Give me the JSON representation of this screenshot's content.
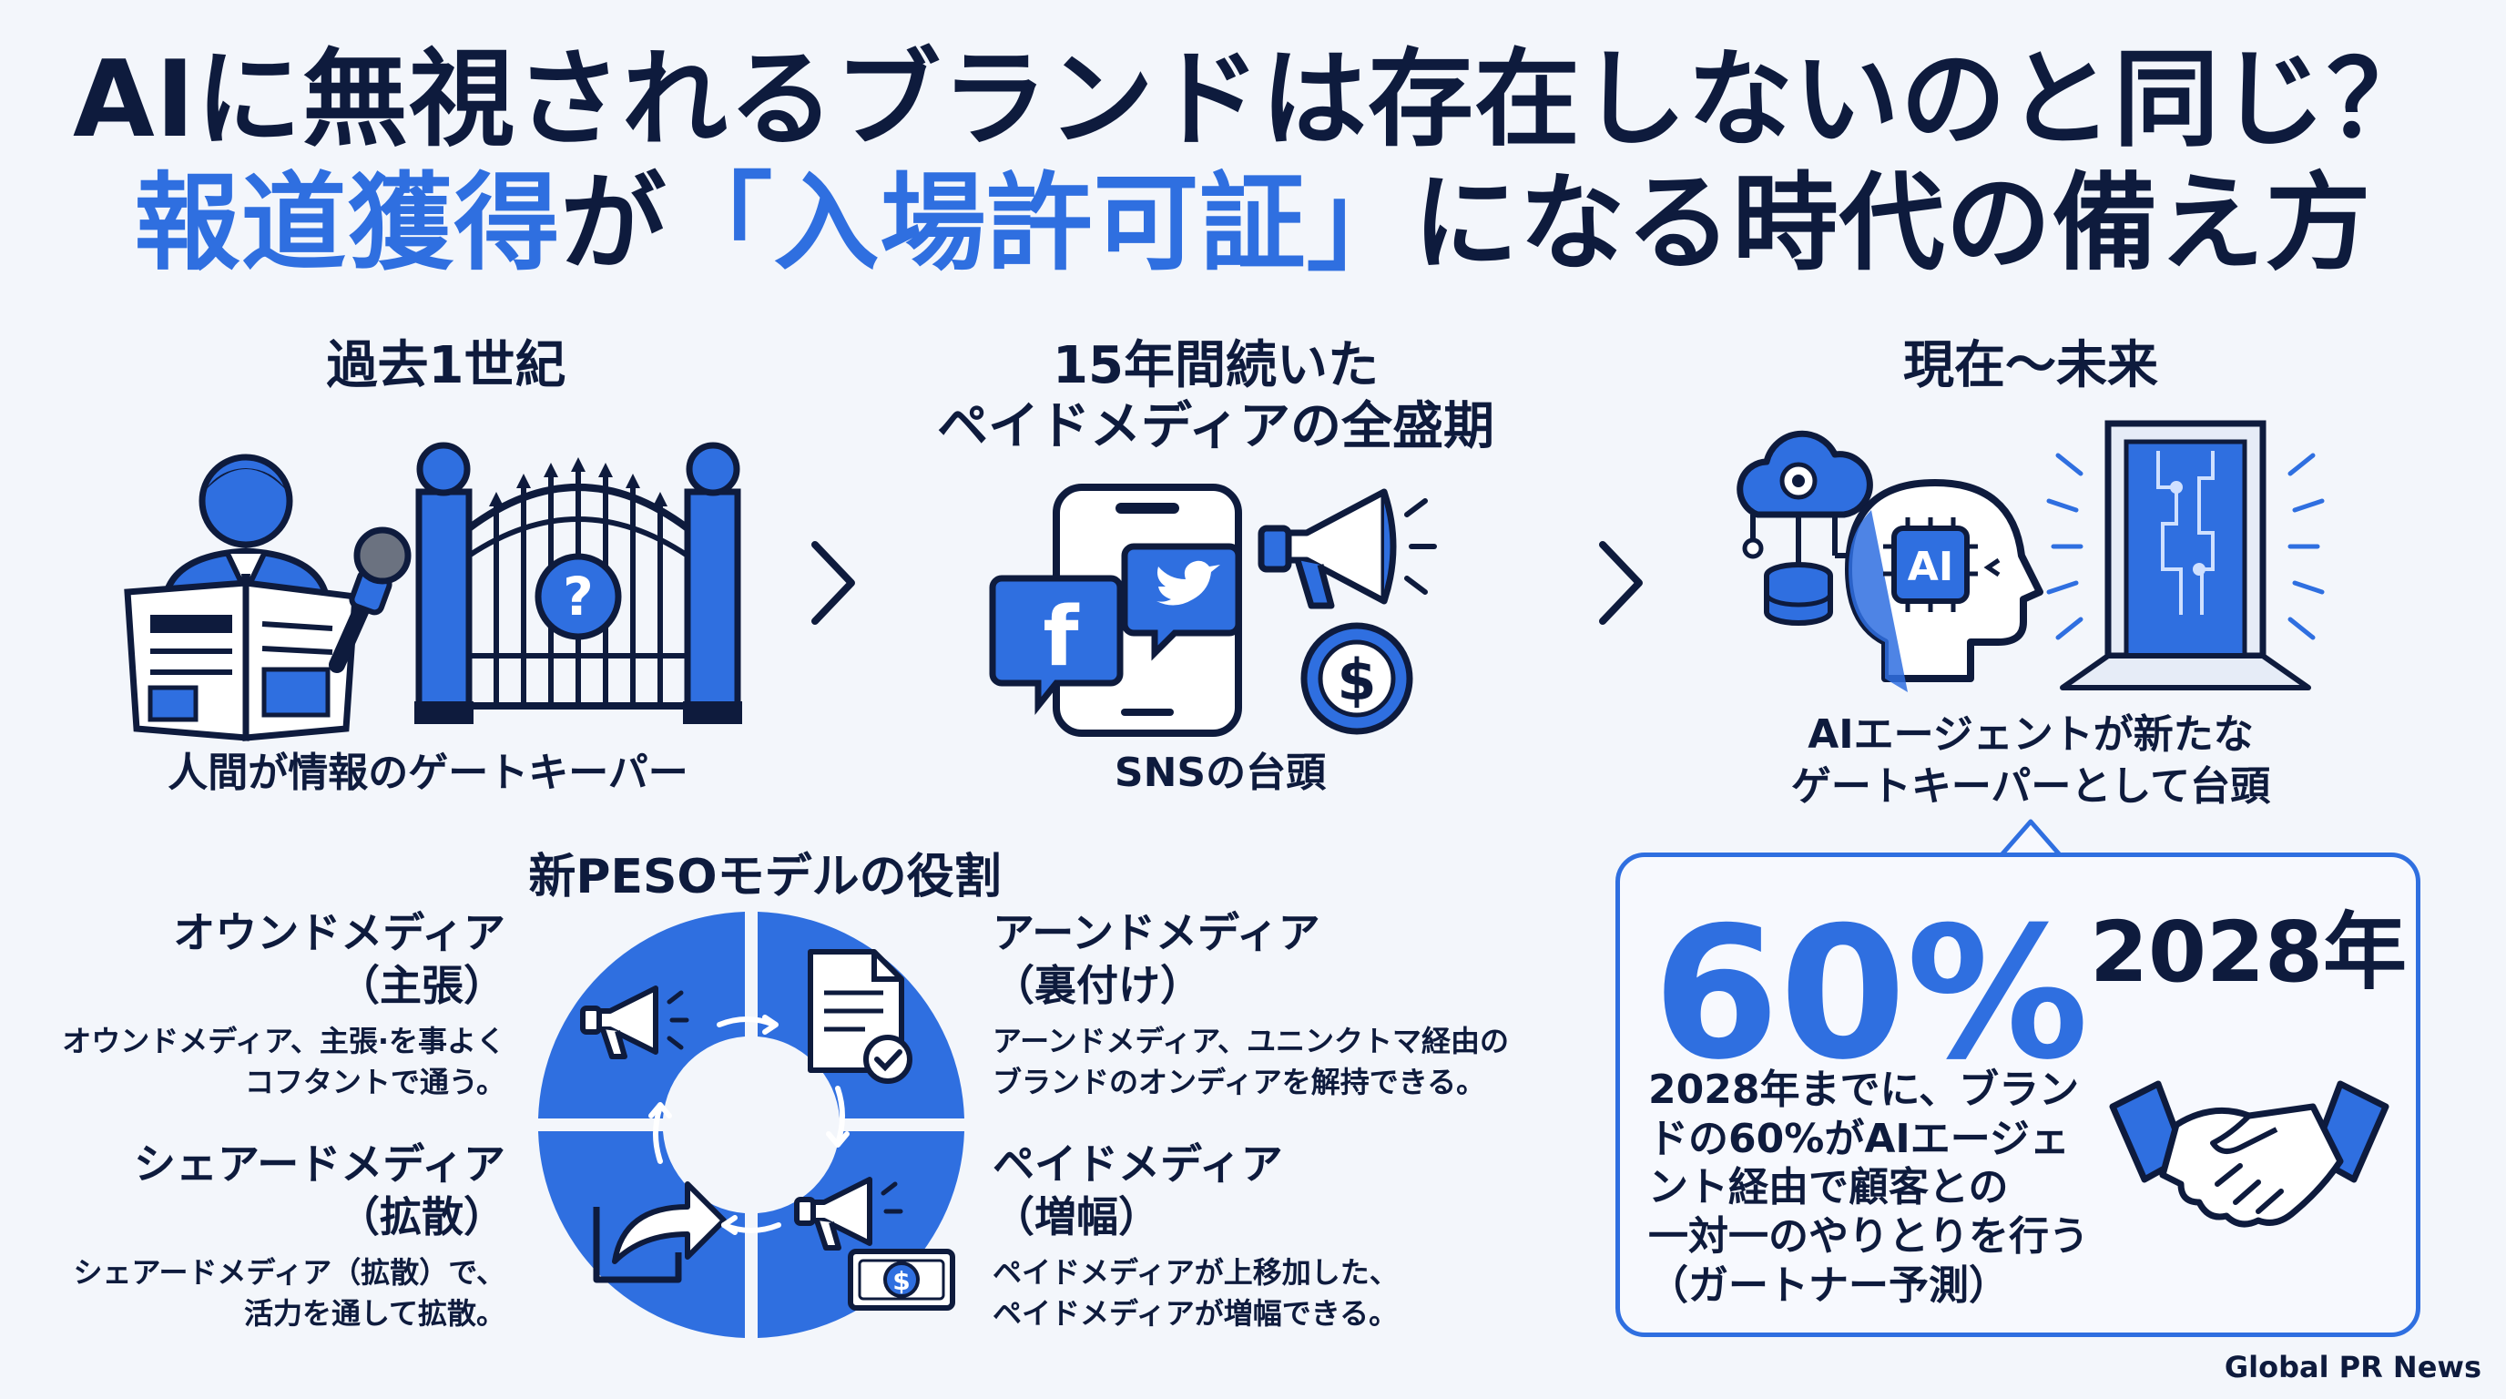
{
  "title": {
    "line1": "AIに無視されるブランドは存在しないのと同じ？",
    "line2_blue_a": "報道獲得",
    "line2_navy_a": "が",
    "line2_blue_b": "「入場許可証」",
    "line2_navy_b": "になる時代の備え方"
  },
  "timeline": {
    "past": {
      "heading": "過去1世紀",
      "caption": "人間が情報のゲートキーパー"
    },
    "paid": {
      "heading_line1": "15年間続いた",
      "heading_line2": "ペイドメディアの全盛期",
      "caption": "SNSの台頭"
    },
    "future": {
      "heading": "現在〜未来",
      "caption_line1": "AIエージェントが新たな",
      "caption_line2": "ゲートキーパーとして台頭"
    }
  },
  "icons": {
    "arrow1": "chevron-right-icon",
    "arrow2": "chevron-right-icon",
    "question": "?",
    "dollar": "$",
    "ai_chip": "AI",
    "facebook": "f"
  },
  "peso": {
    "title": "新PESOモデルの役割",
    "owned": {
      "name": "オウンドメディア",
      "role": "（主張）",
      "desc_line1": "オウンドメディア、主張·を事よく",
      "desc_line2": "コフタントで通う。"
    },
    "earned": {
      "name": "アーンドメディア",
      "role": "（裏付け）",
      "desc_line1": "アーンドメディア、ユニンクトマ経由の",
      "desc_line2": "ブランドのオンディアを解持できる。"
    },
    "shared": {
      "name": "シェアードメディア",
      "role": "（拡散）",
      "desc_line1": "シェアードメディア（拡散）で、",
      "desc_line2": "活力を通して拡散。"
    },
    "paid": {
      "name": "ペイドメディア",
      "role": "（増幅）",
      "desc_line1": "ペイドメディアが上移加した、",
      "desc_line2": "ペイドメディアが増幅できる。"
    }
  },
  "stat": {
    "percent": "60%",
    "year": "2028年",
    "text_line1": "2028年までに、ブラン",
    "text_line2": "ドの60%がAIエージェ",
    "text_line3": "ント経由で顧客との",
    "text_line4": "一対一のやりとりを行う",
    "text_line5": "（ガートナー予測）"
  },
  "footer": "Global PR News",
  "colors": {
    "navy": "#0e1b3d",
    "blue": "#2f6fe0",
    "bg": "#f3f6fb"
  }
}
